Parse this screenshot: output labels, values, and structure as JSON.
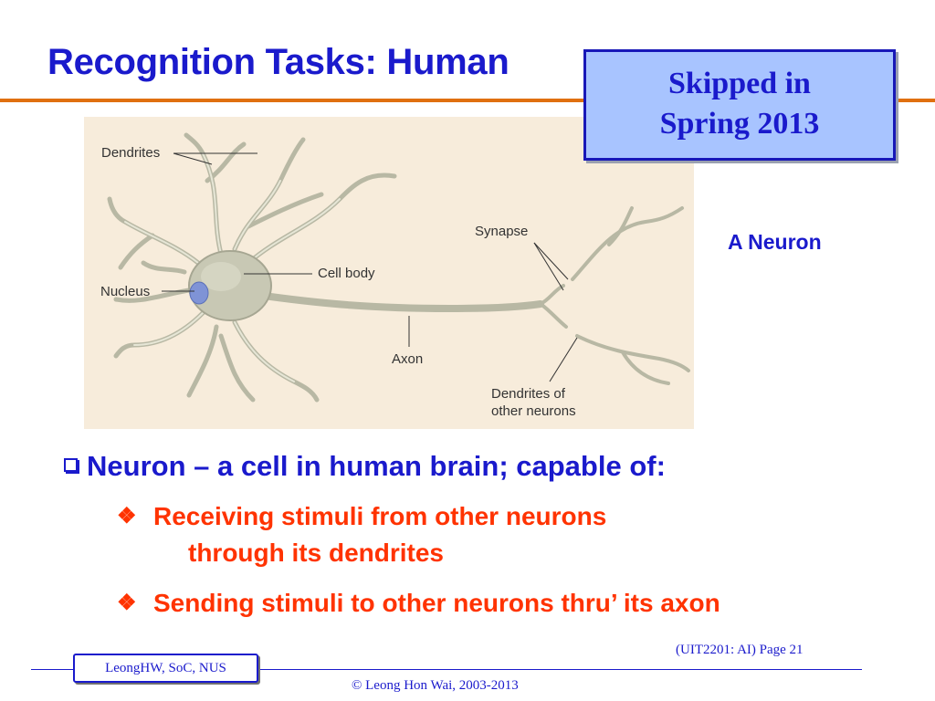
{
  "slide": {
    "title": "Recognition Tasks: Human",
    "notice_line1": "Skipped in",
    "notice_line2": "Spring 2013",
    "figure_labels": {
      "dendrites": "Dendrites",
      "nucleus": "Nucleus",
      "cell_body": "Cell body",
      "synapse": "Synapse",
      "axon": "Axon",
      "dendrites_other_line1": "Dendrites of",
      "dendrites_other_line2": "other neurons"
    },
    "figure_caption": "A Neuron",
    "bullet_main": "Neuron – a cell in human brain; capable of:",
    "sub_bullets": [
      {
        "line1": "Receiving stimuli from other neurons",
        "line2": "through its dendrites"
      },
      {
        "line1": "Sending stimuli to other neurons thru’ its axon"
      }
    ],
    "sub_bullet_glyph": "❖",
    "page_number": "(UIT2201: AI) Page 21",
    "author": "LeongHW, SoC, NUS",
    "copyright": "© Leong Hon Wai, 2003-2013"
  },
  "colors": {
    "title_blue": "#1a1acc",
    "accent_orange": "#e07010",
    "sub_bullet_red": "#ff3300",
    "notice_fill": "#a8c4ff",
    "figure_background": "#f7ecdb"
  },
  "icons": {
    "main_bullet": "hollow-square-bullet-icon",
    "sub_bullet": "diamond-bullet-icon"
  }
}
